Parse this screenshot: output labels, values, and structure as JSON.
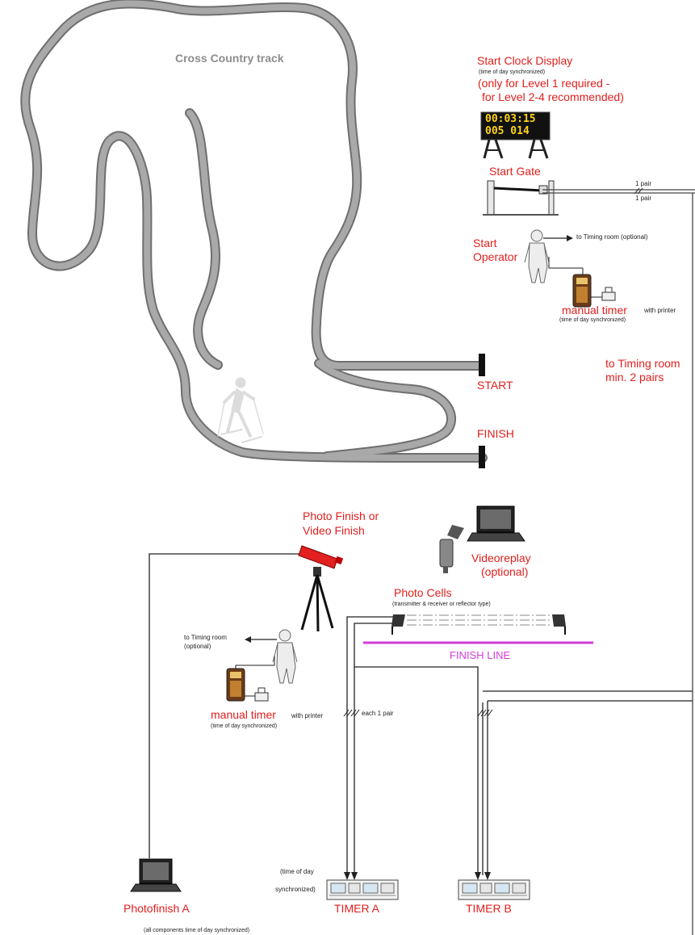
{
  "track": {
    "title": "Cross Country track",
    "start_label": "START",
    "finish_label": "FINISH"
  },
  "start_clock": {
    "title": "Start Clock Display",
    "subtitle": "(time of day synchronized)",
    "note_line1": "(only for Level 1 required -",
    "note_line2": "for Level 2-4 recommended)",
    "display_row1": "00:03:15",
    "display_row2": "005 014"
  },
  "start_gate": {
    "title": "Start Gate",
    "pair_top": "1 pair",
    "pair_bottom": "1 pair"
  },
  "start_operator": {
    "title_line1": "Start",
    "title_line2": "Operator",
    "to_timing_room": "to Timing room (optional)",
    "manual_timer": "manual timer",
    "with_printer": "with printer",
    "sync_note": "(time of day synchronized)"
  },
  "timing_room_note": {
    "line1": "to Timing room",
    "line2": "min. 2 pairs"
  },
  "photo_finish": {
    "line1": "Photo Finish or",
    "line2": "Video Finish"
  },
  "videoreplay": {
    "line1": "Videoreplay",
    "line2": "(optional)"
  },
  "photo_cells": {
    "title": "Photo Cells",
    "subtitle": "(transmitter & receiver or reflector type)"
  },
  "finish_line": "FINISH LINE",
  "finish_operator": {
    "to_timing_room_line1": "to Timing room",
    "to_timing_room_line2": "(optional)",
    "manual_timer": "manual timer",
    "with_printer": "with printer",
    "sync_note": "(time of day synchronized)"
  },
  "cable_note": "each 1 pair",
  "photofinish_a": "Photofinish A",
  "timer_a": {
    "label": "TIMER A",
    "sync_line1": "(time of day",
    "sync_line2": "synchronized)"
  },
  "timer_b": {
    "label": "TIMER B"
  },
  "footer_note": "(all components time of day synchronized)",
  "colors": {
    "red_text": "#e0201e",
    "track_gray": "#8d8d8d",
    "finish_line": "#d23bd8",
    "display_digits": "#ffd21a"
  }
}
